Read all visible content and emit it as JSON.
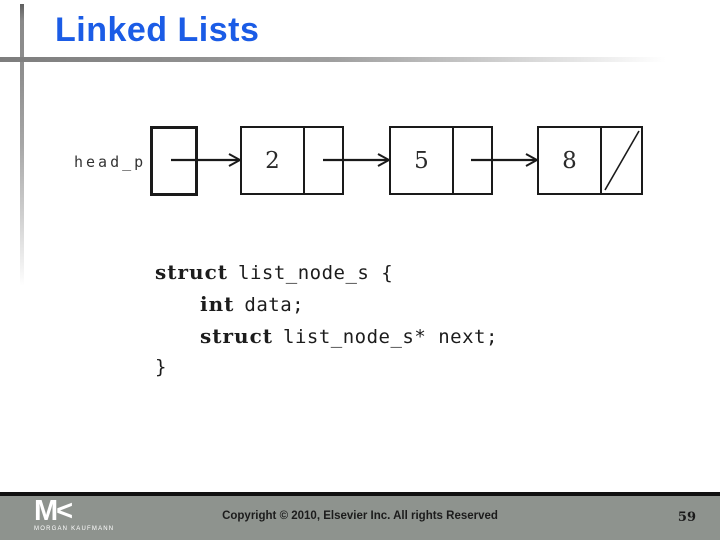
{
  "colors": {
    "title_blue": "#1b5ce6",
    "footer_gray": "#8e938e",
    "line_black": "#1a1a1a"
  },
  "slide": {
    "title": "Linked Lists",
    "footer_text": "Copyright © 2010, Elsevier Inc. All rights Reserved",
    "page_number": "59"
  },
  "diagram": {
    "head_label": "head_p",
    "nodes": [
      {
        "value": "2",
        "null_next": false
      },
      {
        "value": "5",
        "null_next": false
      },
      {
        "value": "8",
        "null_next": true
      }
    ]
  },
  "code": {
    "line1": {
      "keyword": "struct",
      "rest": "list_node_s {"
    },
    "line2": {
      "keyword": "int",
      "rest": "data;"
    },
    "line3": {
      "keyword": "struct",
      "rest": "list_node_s* next;"
    },
    "line4": {
      "text": "}"
    }
  },
  "logo": {
    "mark": "M<",
    "wordmark": "MORGAN KAUFMANN"
  }
}
